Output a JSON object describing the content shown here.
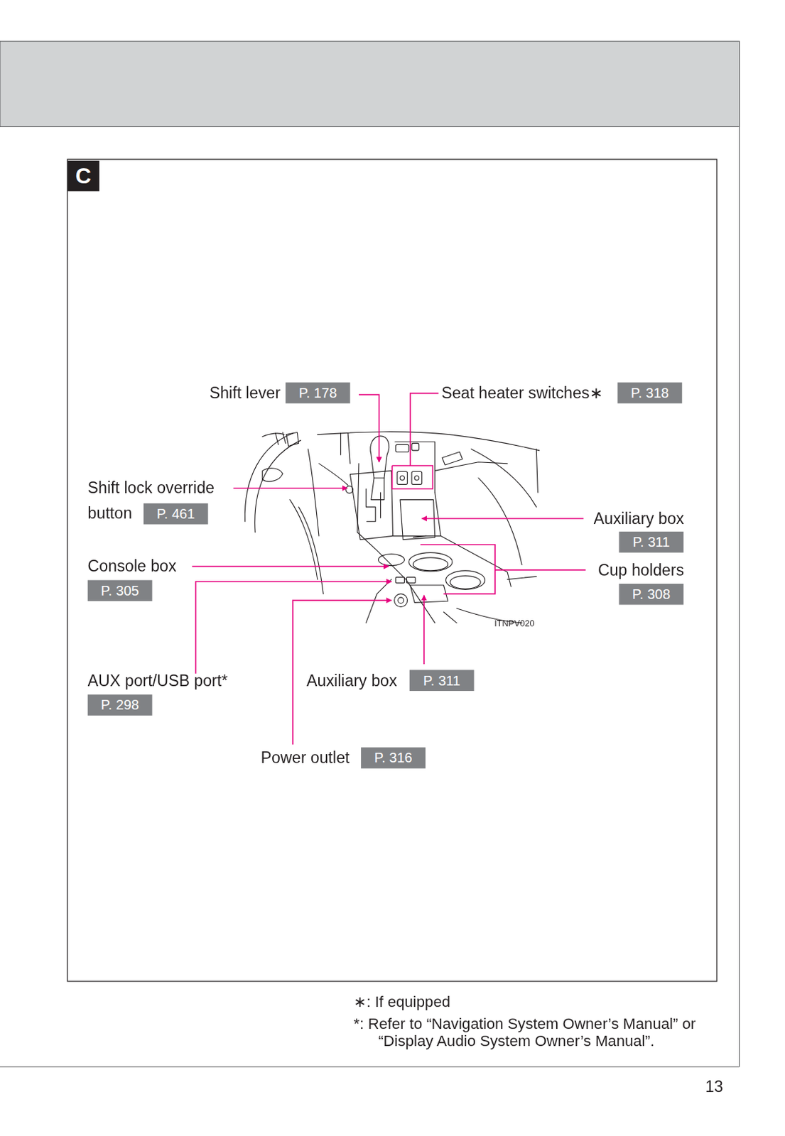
{
  "diagram": {
    "nodes": [
      {
        "text": [
          "C"
        ]
      },
      {
        "text": [
          "P. 178"
        ]
      },
      {
        "text": [
          "P. 318"
        ]
      },
      {
        "text": [
          "P. 461"
        ]
      },
      {
        "text": [
          "P. 311"
        ]
      },
      {
        "text": [
          "P. 305"
        ]
      },
      {
        "text": [
          "P. 308"
        ]
      },
      {
        "text": [
          "P. 298"
        ]
      },
      {
        "text": [
          "P. 311"
        ]
      },
      {
        "text": [
          "P. 316"
        ]
      }
    ],
    "labels": [
      "Shift lever",
      "Seat heater switches∗",
      "Shift lock override button",
      "Auxiliary box",
      "Console box",
      "Cup holders",
      "ITNPV020",
      "AUX port/USB port*",
      "Auxiliary box",
      "Power outlet",
      "∗: If equipped",
      "*: Refer to “Navigation System Owner’s Manual” or “Display Audio System Owner’s Manual”.",
      "13"
    ]
  }
}
